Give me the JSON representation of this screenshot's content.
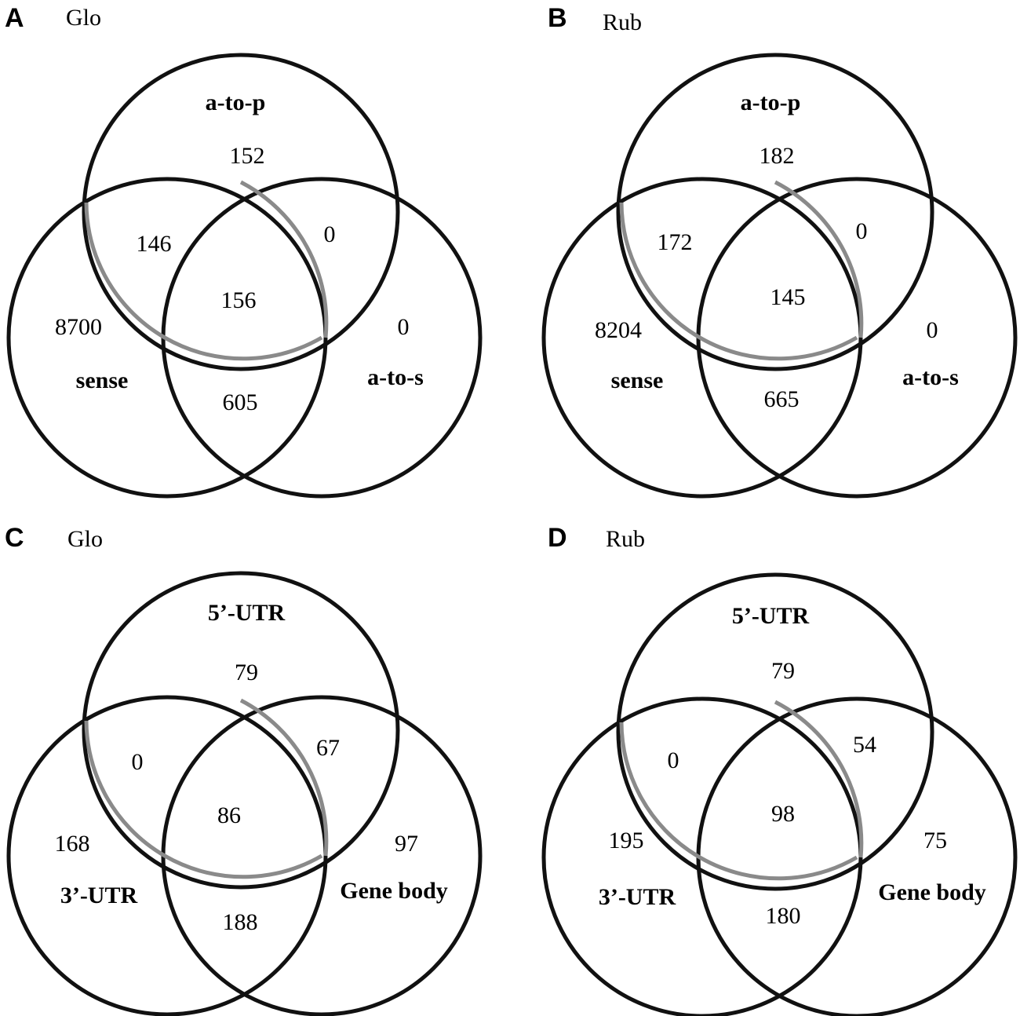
{
  "panels": [
    {
      "letter": "A",
      "title": "Glo",
      "sets": {
        "top": "a-to-p",
        "left": "sense",
        "right": "a-to-s"
      },
      "counts": {
        "top_only": "152",
        "top_left": "146",
        "top_right": "0",
        "center": "156",
        "left_only": "8700",
        "right_only": "0",
        "left_right": "605"
      }
    },
    {
      "letter": "B",
      "title": "Rub",
      "sets": {
        "top": "a-to-p",
        "left": "sense",
        "right": "a-to-s"
      },
      "counts": {
        "top_only": "182",
        "top_left": "172",
        "top_right": "0",
        "center": "145",
        "left_only": "8204",
        "right_only": "0",
        "left_right": "665"
      }
    },
    {
      "letter": "C",
      "title": "Glo",
      "sets": {
        "top": "5’-UTR",
        "left": "3’-UTR",
        "right": "Gene body"
      },
      "counts": {
        "top_only": "79",
        "top_left": "0",
        "top_right": "67",
        "center": "86",
        "left_only": "168",
        "right_only": "97",
        "left_right": "188"
      }
    },
    {
      "letter": "D",
      "title": "Rub",
      "sets": {
        "top": "5’-UTR",
        "left": "3’-UTR",
        "right": "Gene body"
      },
      "counts": {
        "top_only": "79",
        "top_left": "0",
        "top_right": "54",
        "center": "98",
        "left_only": "195",
        "right_only": "75",
        "left_right": "180"
      }
    }
  ]
}
